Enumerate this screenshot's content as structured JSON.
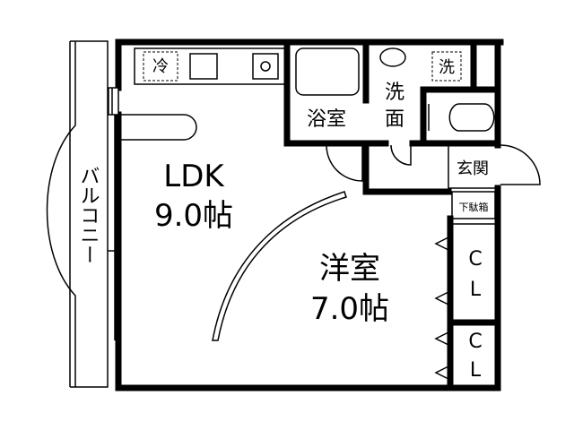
{
  "rooms": {
    "balcony": "バルコニー",
    "ldk_name": "LDK",
    "ldk_size": "9.0帖",
    "western_name": "洋室",
    "western_size": "7.0帖",
    "bath": "浴室",
    "washroom_1": "洗",
    "washroom_2": "面",
    "entrance": "玄関",
    "shoe_box": "下駄箱",
    "closet_1_a": "C",
    "closet_1_b": "L",
    "closet_2_a": "C",
    "closet_2_b": "L"
  },
  "fixtures": {
    "fridge": "冷",
    "washer": "洗"
  },
  "icons": [
    "sink-icon",
    "stove-icon",
    "bathtub-icon",
    "toilet-icon",
    "washbasin-icon"
  ]
}
